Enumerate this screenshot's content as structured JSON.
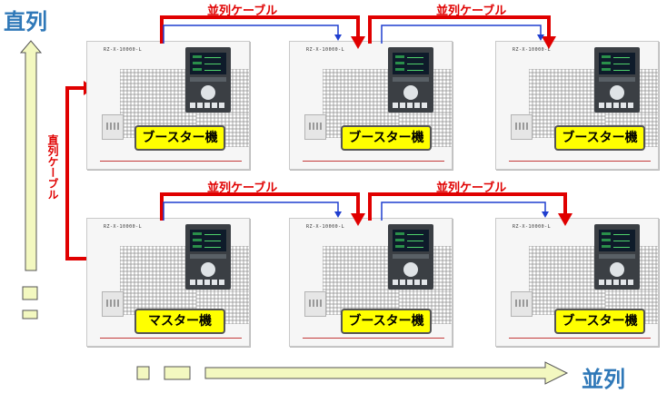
{
  "axes": {
    "vertical_label": "直列",
    "horizontal_label": "並列",
    "series_cable_label": "直列ケーブル"
  },
  "cable_label": "並列ケーブル",
  "units": [
    {
      "role": "ブースター機",
      "model": "RZ-X-10000-L"
    },
    {
      "role": "ブースター機",
      "model": "RZ-X-10000-L"
    },
    {
      "role": "ブースター機",
      "model": "RZ-X-10000-L"
    },
    {
      "role": "マスター機",
      "model": "RZ-X-10000-L"
    },
    {
      "role": "ブースター機",
      "model": "RZ-X-10000-L"
    },
    {
      "role": "ブースター機",
      "model": "RZ-X-10000-L"
    }
  ],
  "colors": {
    "cable_red": "#e00000",
    "signal_blue": "#1f3ecf",
    "label_yellow": "#ffff00",
    "axis_arrow_fill": "#f3f8c0",
    "title_blue": "#2f78b8"
  }
}
